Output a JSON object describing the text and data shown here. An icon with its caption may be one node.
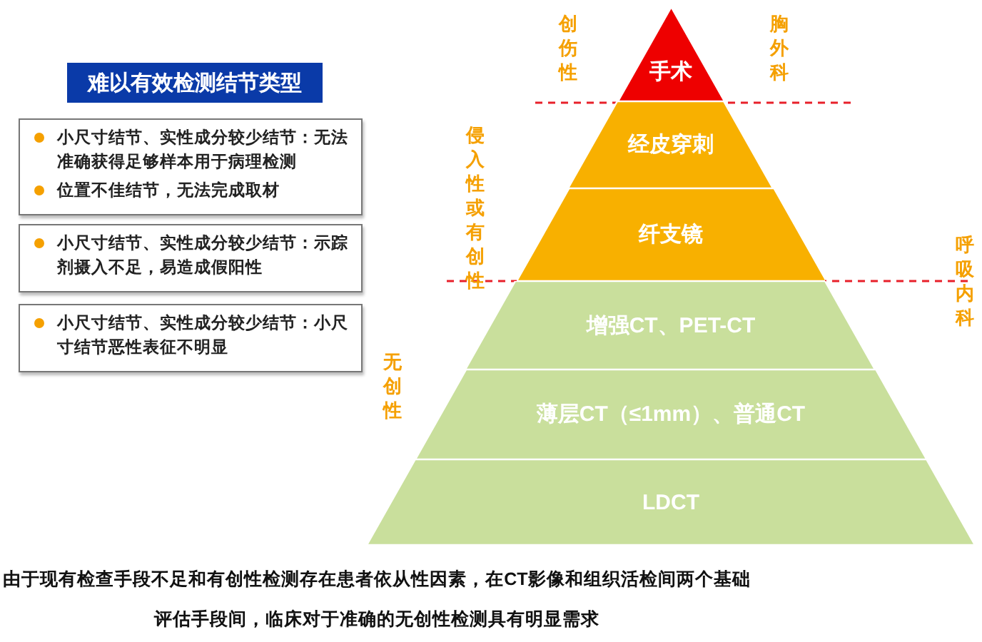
{
  "diagram": {
    "caption": "由于现有检查手段不足和有创性检测存在患者依从性因素，在CT影像和组织活检间两个基础评估手段间，临床对于准确的无创性检测具有明显需求",
    "nodes": [
      {
        "text": [
          "难以有效检测结节类型"
        ]
      },
      {
        "text": [
          "小尺寸结节、实性成分较少结节：无法准确获得足够样本用于病理检测",
          "位置不佳结节，无法完成取材"
        ]
      },
      {
        "text": [
          "小尺寸结节、实性成分较少结节：示踪剂摄入不足，易造成假阳性"
        ]
      },
      {
        "text": [
          "小尺寸结节、实性成分较少结节：小尺寸结节恶性表征不明显"
        ]
      },
      {
        "text": [
          "手术"
        ]
      },
      {
        "text": [
          "经皮穿刺"
        ]
      },
      {
        "text": [
          "纤支镜"
        ]
      },
      {
        "text": [
          "增强CT、PET-CT"
        ]
      },
      {
        "text": [
          "薄层CT（≤1mm）、普通CT"
        ]
      },
      {
        "text": [
          "LDCT"
        ]
      }
    ],
    "edges": [],
    "labels": [
      "创伤性",
      "胸外科",
      "侵入性或有创性",
      "呼吸内科",
      "无创性"
    ]
  }
}
